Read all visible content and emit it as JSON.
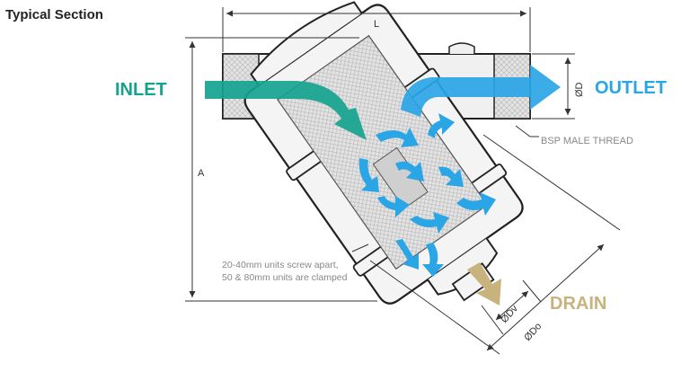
{
  "title": "Typical Section",
  "labels": {
    "inlet": "INLET",
    "outlet": "OUTLET",
    "drain": "DRAIN",
    "dim_l": "L",
    "dim_a": "A",
    "dim_d": "ØD",
    "dim_dv": "ØDv",
    "dim_do": "ØDo",
    "thread_note": "BSP MALE THREAD",
    "clamp_note_line1": "20-40mm units screw apart,",
    "clamp_note_line2": "50 & 80mm units are clamped"
  },
  "colors": {
    "inlet": "#15a38f",
    "outlet": "#2aa5e6",
    "drain": "#c8b27e",
    "flow_arrow": "#2aa5e6",
    "outline": "#222222",
    "body_fill": "#eeeeee",
    "screen_fill": "#dddddd",
    "dim_line": "#333333",
    "note_text": "#888888"
  }
}
